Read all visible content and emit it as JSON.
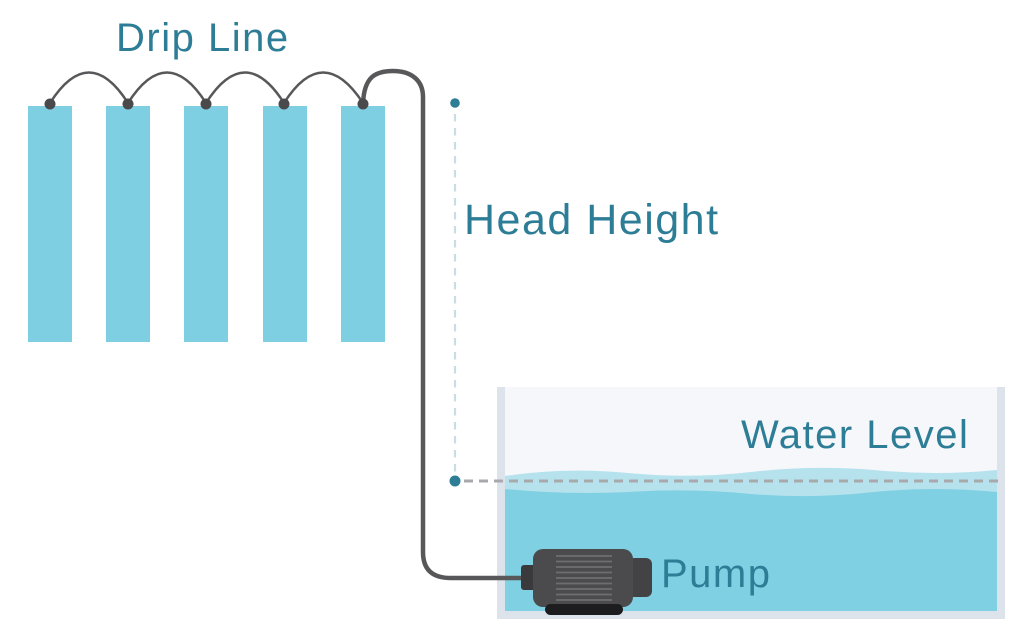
{
  "diagram": {
    "labels": {
      "drip_line": "Drip Line",
      "head_height": "Head Height",
      "water_level": "Water Level",
      "pump": "Pump"
    },
    "tower_count": 5,
    "colors": {
      "accent_teal": "#2e7d96",
      "tower_blue": "#7fcfe3",
      "water_main": "#7fd0e2",
      "water_surface_band": "#b5e2ed",
      "tank_border": "#dce3eb",
      "tank_interior": "#f5f7fa",
      "tube_gray": "#58585a",
      "dot_gray": "#4a4a4c",
      "dash_gray": "#a9a9ad",
      "dash_light_blue": "#c9dde7",
      "pump_body": "#4b4b4d",
      "pump_base": "#1d1d1f"
    }
  }
}
